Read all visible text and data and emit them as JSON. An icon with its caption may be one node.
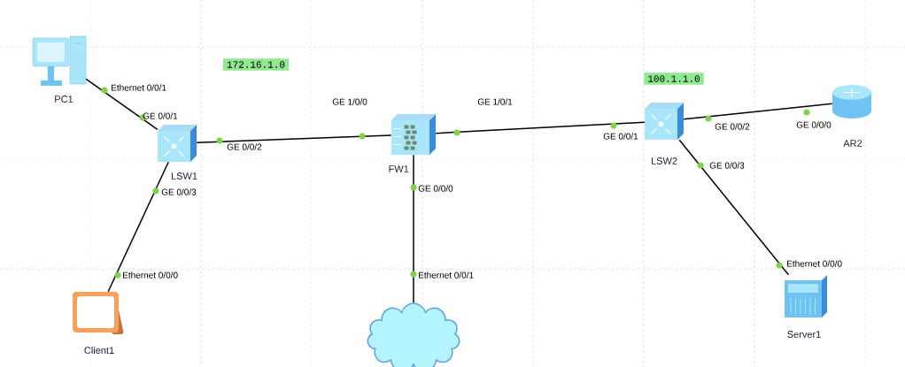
{
  "diagram": {
    "nodes": [
      {
        "text": [
          "PC1"
        ]
      },
      {
        "text": [
          "LSW1"
        ]
      },
      {
        "text": [
          "FW1"
        ]
      },
      {
        "text": [
          "LSW2"
        ]
      },
      {
        "text": [
          "AR2"
        ]
      },
      {
        "text": [
          "Client1"
        ]
      },
      {
        "text": [
          "Server1"
        ]
      },
      {
        "text": [],
        "shape": "cloud"
      }
    ],
    "edges": [
      {
        "from": 0,
        "to": 1,
        "arrow": "none"
      },
      {
        "from": 1,
        "to": 2,
        "arrow": "none"
      },
      {
        "from": 2,
        "to": 3,
        "arrow": "none"
      },
      {
        "from": 3,
        "to": 4,
        "arrow": "none"
      },
      {
        "from": 1,
        "to": 5,
        "arrow": "none"
      },
      {
        "from": 2,
        "to": 7,
        "arrow": "none"
      },
      {
        "from": 3,
        "to": 6,
        "arrow": "none"
      }
    ],
    "labels": [
      "172.16.1.0",
      "100.1.1.0",
      "Ethernet 0/0/1",
      "GE 1/0/0",
      "GE 1/0/1",
      "GE 0/0/1",
      "GE 0/0/2",
      "GE 0/0/1",
      "GE 0/0/2",
      "GE 0/0/0",
      "GE 0/0/3",
      "GE 0/0/3",
      "GE 0/0/0",
      "Ethernet 0/0/0",
      "Ethernet 0/0/1",
      "Ethernet 0/0/0"
    ]
  }
}
